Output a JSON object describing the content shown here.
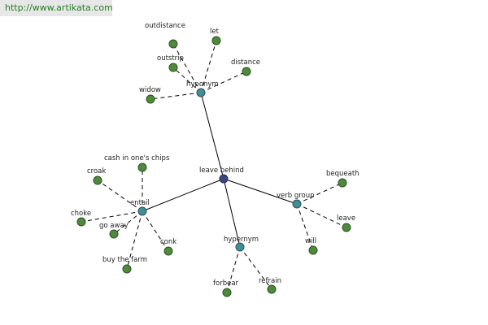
{
  "url": "http://www.artikata.com",
  "center": {
    "label": "leave behind"
  },
  "groups": [
    {
      "id": "hyponym",
      "label": "hyponym",
      "children": [
        "outdistance",
        "let",
        "outstrip",
        "distance",
        "widow"
      ]
    },
    {
      "id": "entail",
      "label": "entail",
      "children": [
        "cash in one's chips",
        "croak",
        "choke",
        "go away",
        "conk",
        "buy the farm"
      ]
    },
    {
      "id": "verb-group",
      "label": "verb group",
      "children": [
        "bequeath",
        "leave",
        "will"
      ]
    },
    {
      "id": "hypernym",
      "label": "hypernym",
      "children": [
        "forbear",
        "refrain"
      ]
    }
  ],
  "colors": {
    "leaf": "#4e8a3a",
    "group": "#3f8f95",
    "center": "#3e467d",
    "url_text": "#1f7f1f",
    "url_bg": "#e7e7e7"
  }
}
